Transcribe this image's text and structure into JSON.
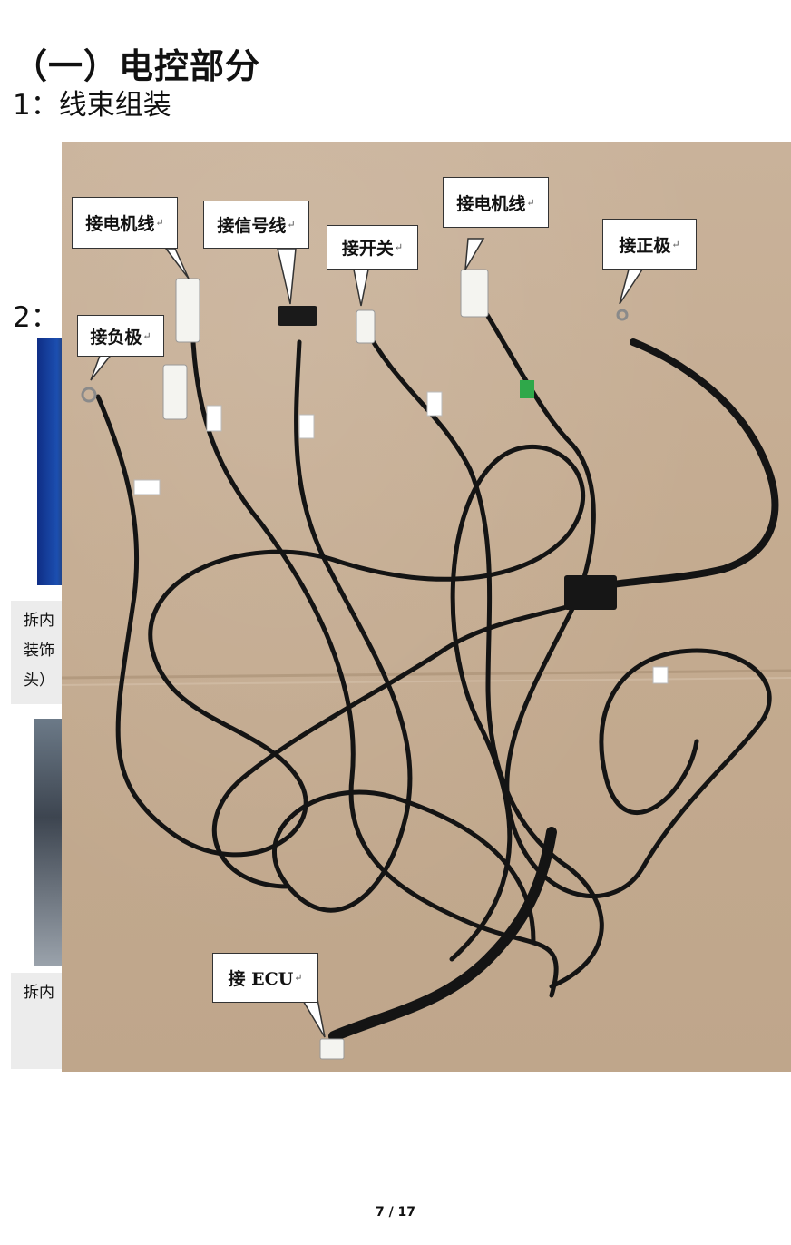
{
  "header": {
    "section_title": "（一）电控部分",
    "step1": "1：线束组装",
    "step2": "2："
  },
  "hidden_captions": {
    "caption_a_lines": [
      "拆内",
      "装饰",
      "头）"
    ],
    "caption_b_lines": [
      "拆内",
      ""
    ]
  },
  "photo": {
    "callouts": {
      "motor_wire_left": "接电机线",
      "signal_wire": "接信号线",
      "switch": "接开关",
      "motor_wire_right": "接电机线",
      "positive": "接正极",
      "negative": "接负极",
      "ecu": "接 ECU"
    },
    "return_mark": "↵"
  },
  "footer": {
    "page": "7 / 17"
  }
}
